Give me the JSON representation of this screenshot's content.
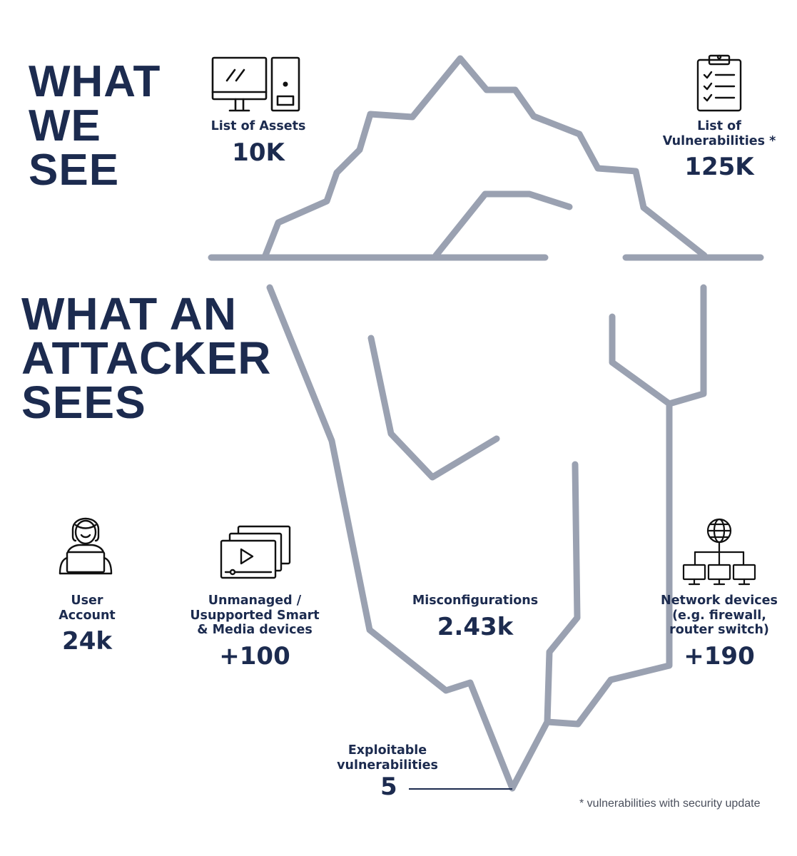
{
  "headings": {
    "what_we_see": [
      "WHAT",
      "WE",
      "SEE"
    ],
    "what_attacker_sees": [
      "WHAT AN",
      "ATTACKER",
      "SEES"
    ]
  },
  "stats": {
    "assets": {
      "label": "List of Assets",
      "value": "10K",
      "icon": "computer-icon"
    },
    "vulnerabilities": {
      "label": "List of\nVulnerabilities *",
      "value": "125K",
      "icon": "clipboard-checklist-icon"
    },
    "user_account": {
      "label": "User\nAccount",
      "value": "24k",
      "icon": "user-laptop-icon"
    },
    "unmanaged_devices": {
      "label": "Unmanaged /\nUsupported Smart\n& Media devices",
      "value": "+100",
      "icon": "media-player-icon"
    },
    "misconfigurations": {
      "label": "Misconfigurations",
      "value": "2.43k"
    },
    "network_devices": {
      "label": "Network devices\n(e.g. firewall,\nrouter switch)",
      "value": "+190",
      "icon": "network-globe-icon"
    },
    "exploitable": {
      "label": "Exploitable\nvulnerabilities",
      "value": "5"
    }
  },
  "footnote": "* vulnerabilities with security update",
  "colors": {
    "text": "#1c2b4f",
    "iceberg": "#9aa1b1",
    "footnote": "#4a4f5c"
  }
}
